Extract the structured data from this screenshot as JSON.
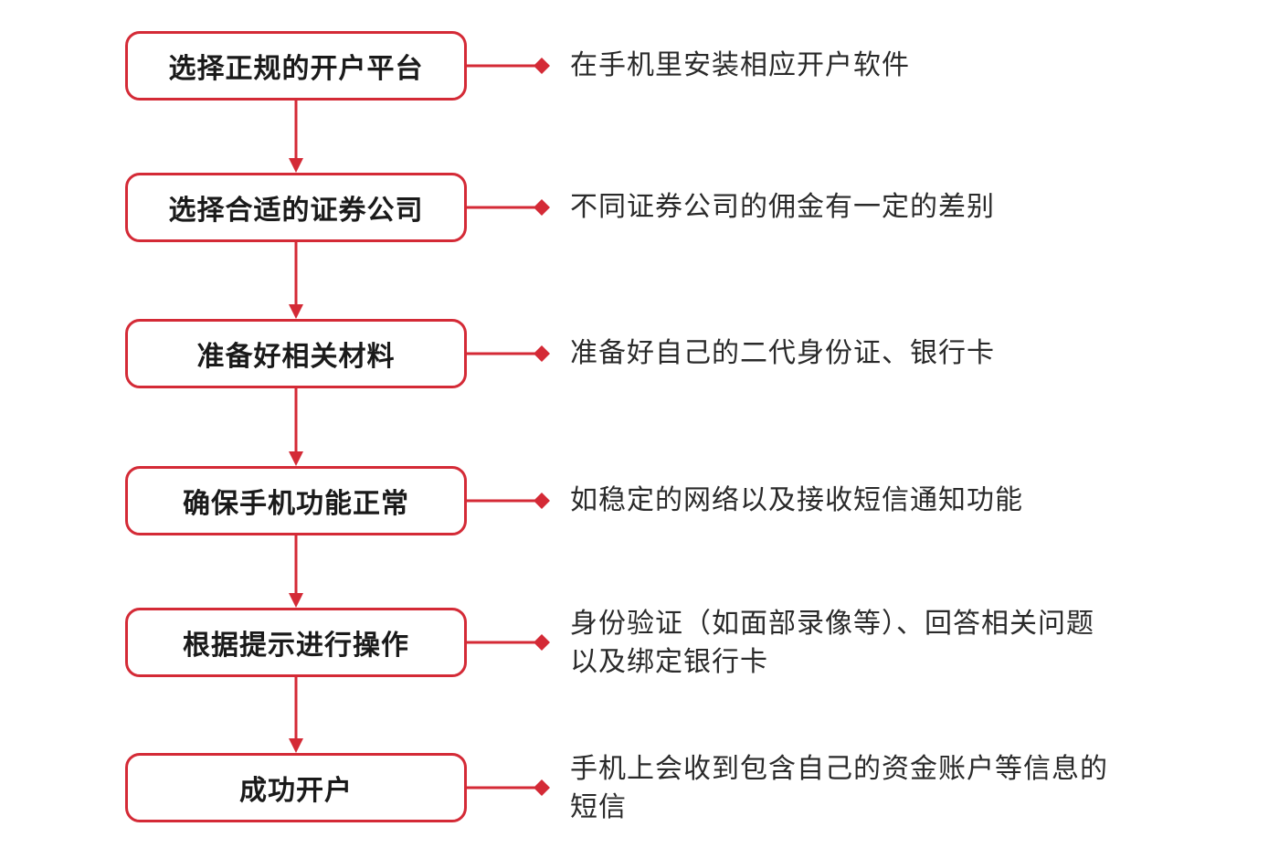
{
  "colors": {
    "accent": "#d42a36",
    "box_text": "#1a1a1a",
    "note_text": "#2a2a2a",
    "background": "#ffffff"
  },
  "steps": [
    {
      "label": "选择正规的开户平台",
      "note": "在手机里安装相应开户软件"
    },
    {
      "label": "选择合适的证券公司",
      "note": "不同证券公司的佣金有一定的差别"
    },
    {
      "label": "准备好相关材料",
      "note": "准备好自己的二代身份证、银行卡"
    },
    {
      "label": "确保手机功能正常",
      "note": "如稳定的网络以及接收短信通知功能"
    },
    {
      "label": "根据提示进行操作",
      "note": "身份验证（如面部录像等）、回答相关问题以及绑定银行卡"
    },
    {
      "label": "成功开户",
      "note": "手机上会收到包含自己的资金账户等信息的短信"
    }
  ]
}
